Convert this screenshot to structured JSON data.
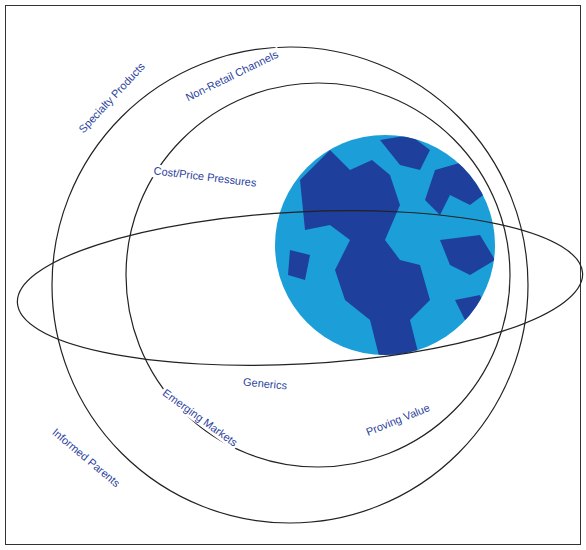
{
  "diagram": {
    "labels": [
      "Specialty Products",
      "Non-Retail Channels",
      "Cost/Price Pressures",
      "Generics",
      "Emerging Markets",
      "Proving Value",
      "Informed Parents"
    ]
  }
}
